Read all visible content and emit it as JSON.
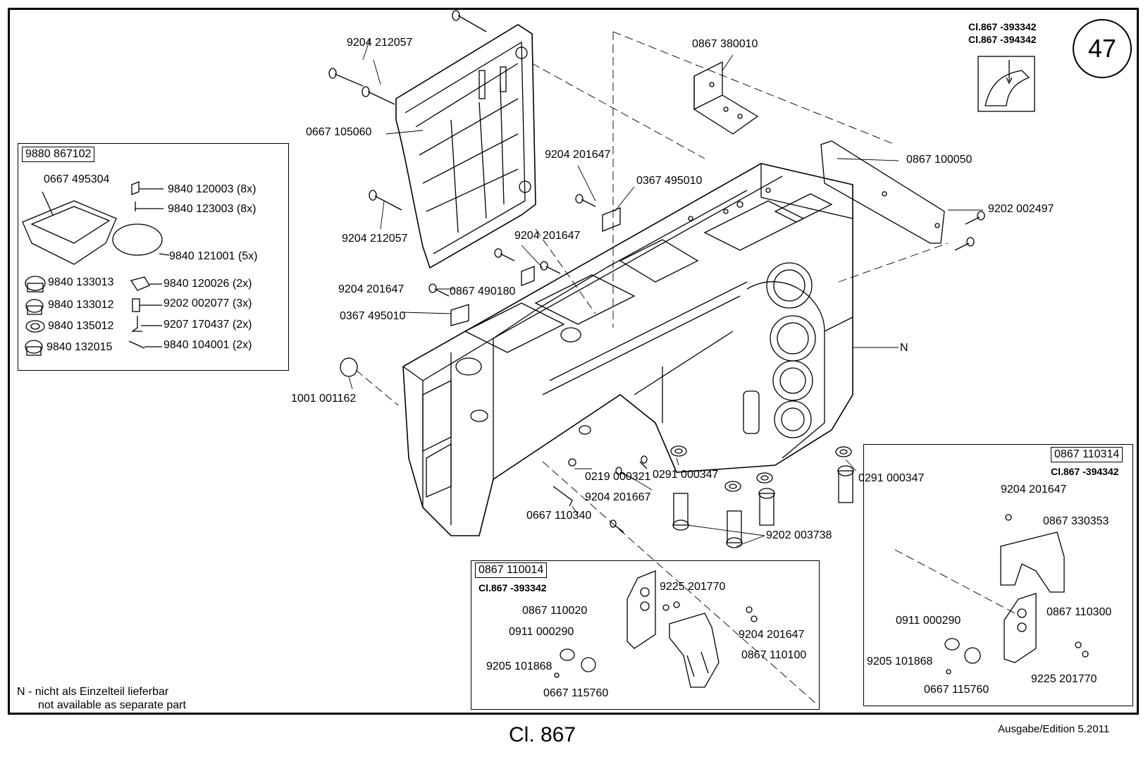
{
  "page_number": "47",
  "class_refs": [
    "Cl.867 -393342",
    "Cl.867 -394342"
  ],
  "footer": {
    "title": "Cl. 867",
    "edition": "Ausgabe/Edition  5.2011"
  },
  "note": {
    "line1": "N - nicht als Einzelteil lieferbar",
    "line2": "not available as separate part"
  },
  "kit_box": {
    "title": "9880 867102",
    "items": {
      "tray": "0667 495304",
      "i1": "9840 120003 (8x)",
      "i2": "9840 123003 (8x)",
      "i3": "9840 121001 (5x)",
      "i4": "9840 133013",
      "i5": "9840 120026 (2x)",
      "i6": "9840 133012",
      "i7": "9202 002077 (3x)",
      "i8": "9840 135012",
      "i9": "9207 170437 (2x)",
      "i10": "9840 132015",
      "i11": "9840 104001 (2x)"
    }
  },
  "main_labels": {
    "screws_top": "9204 212057",
    "cover": "0667 105060",
    "screw_left": "9204 212057",
    "bracket_top": "0867 380010",
    "screw_mid1": "9204 201647",
    "clip1": "0367 495010",
    "plate": "0867 100050",
    "screws_right": "9202 002497",
    "screw_mid2": "9204 201647",
    "screw_mid3": "9204 201647",
    "part_490180": "0867 490180",
    "clip2": "0367 495010",
    "plug": "1001 001162",
    "n_label": "N",
    "washer1": "0291 000347",
    "washer2": "0291 000347",
    "screw_321": "0219 000321",
    "screw_667": "9204 201667",
    "key": "0667 110340",
    "bolts": "9202 003738"
  },
  "box_393342": {
    "title": "0867 110014",
    "class": "Cl.867 -393342",
    "l1": "9225 201770",
    "l2": "0867 110020",
    "l3": "0911 000290",
    "l4": "9204 201647",
    "l5": "0867 110100",
    "l6": "9205 101868",
    "l7": "0667 115760"
  },
  "box_394342": {
    "title": "0867 110314",
    "class": "Cl.867 -394342",
    "l1": "9204 201647",
    "l2": "0867 330353",
    "l3": "0867 110300",
    "l4": "0911 000290",
    "l5": "9205 101868",
    "l6": "0667 115760",
    "l7": "9225 201770"
  }
}
